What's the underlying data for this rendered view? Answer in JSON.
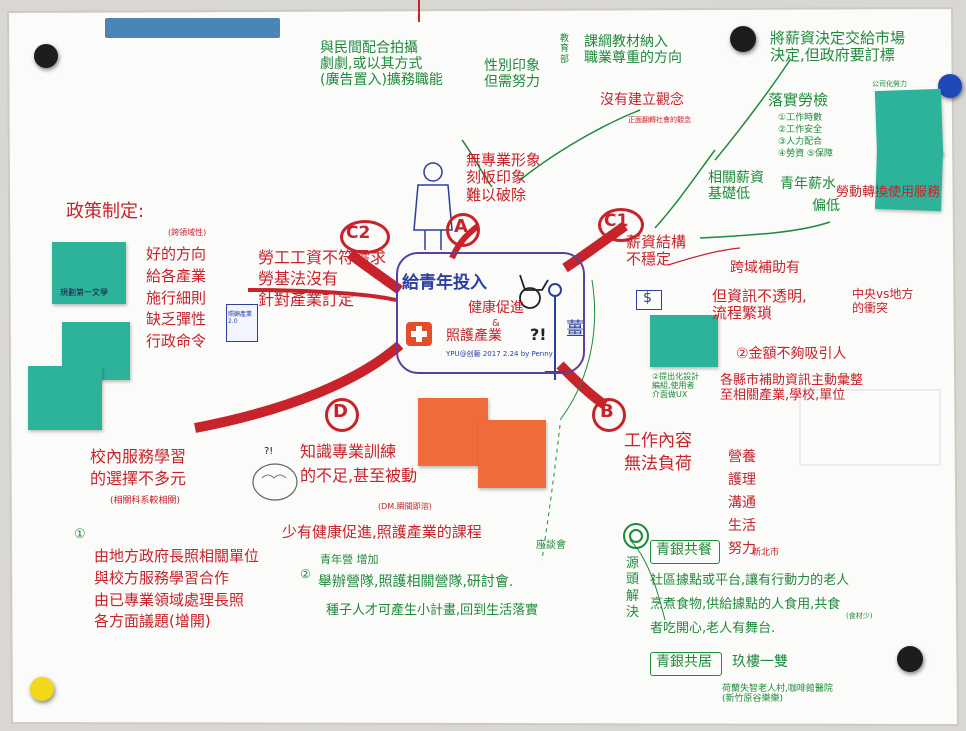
{
  "center": {
    "title": "給青年投入",
    "line2": "健康促進",
    "line3": "&",
    "line4": "照護產業",
    "signature": "YPU@创藝 2017 2.24 by Penny",
    "marks": "?!"
  },
  "labels": {
    "A": "A",
    "B": "B",
    "C1": "C1",
    "C2": "C2",
    "D": "D"
  },
  "A": {
    "main": "無專業形象\n刻板印象\n難以破除",
    "top_left": "與民間配合拍攝\n劇劇,或以其方式\n(廣告置入)擴務職能",
    "middle": "性別印象\n但需努力",
    "edu_vertical": "教育部",
    "top_right": "課綱教材納入\n職業尊重的方向",
    "right": "沒有建立觀念",
    "right_small": "正面翻轉社會的觀念"
  },
  "C1": {
    "top": "將薪資決定交給市場\n決定,但政府要訂標",
    "top_tag": "公司化勞力",
    "implement": "落實勞檢",
    "items": "①工作時數\n②工作安全\n③人力配合\n④勞資 ⑤保障",
    "salary_youth": "青年薪水",
    "low": "偏低",
    "base": "相關薪資\n基礎低",
    "labor_transfer": "勞動轉換使用服務",
    "main": "薪資結構\n不穩定",
    "subsidy": "跨域補助有",
    "info": "但資訊不透明,\n流程繁瑣",
    "conflict": "中央vs地方\n的衝突",
    "money": "②金額不夠吸引人",
    "dollar": "$",
    "solution": "各縣市補助資訊主動彙整\n至相關產業,學校,單位",
    "sticky_note": "②提出化設計\n編組,使用者\n介面做UX"
  },
  "C2": {
    "main": "勞工工資不符需求\n勞基法沒有\n針對產業訂定",
    "book": "照顧產業2.0"
  },
  "policy": {
    "title": "政策制定:",
    "subtitle": "(跨領域性)",
    "items": "好的方向\n給各產業\n施行細則\n缺乏彈性\n行政命令",
    "sticky": "規劃第一文學"
  },
  "B": {
    "main": "工作內容\n無法負荷",
    "list": "營養\n護理\n溝通\n生活\n努力",
    "newbie": "新北市"
  },
  "D": {
    "main": "知識專業訓練\n的不足,甚至被動",
    "sub": "(DM.瞬間即溶)"
  },
  "school": {
    "title": "校內服務學習\n的選擇不多元",
    "sub": "(相關科系較相關)"
  },
  "solution_left": {
    "num": "①",
    "text": "由地方政府長照相關單位\n與校方服務學習合作\n由已專業領域處理長照\n各方面議題(增開)"
  },
  "solution_mid": {
    "title": "少有健康促進,照護產業的課程",
    "num": "②",
    "youth_club": "青年營 增加",
    "seminar": "座談會",
    "text": "舉辦營隊,照護相關營隊,研討會.",
    "end": "種子人才可產生小計畫,回到生活落實"
  },
  "source": {
    "vertical": "源\n頭\n解\n決",
    "tag1": "青銀共餐",
    "line1": "社區據點或平台,讓有行動力的老人",
    "line2": "烹煮食物,供給據點的人食用,共食",
    "line3": "者吃開心,老人有舞台.",
    "small": "(食材少)",
    "tag2": "青銀共居",
    "line4": "玖樓一雙",
    "line5": "荷蘭失智老人村,咖啡館醫院\n(新竹原谷樂樂)"
  },
  "question_marks": "?!",
  "colors": {
    "green": "#1f8a3c",
    "red": "#c8222b",
    "blue": "#2a3fa0",
    "teal": "#2cb39a",
    "orange": "#f06b3a",
    "board": "#fbfbf9"
  }
}
